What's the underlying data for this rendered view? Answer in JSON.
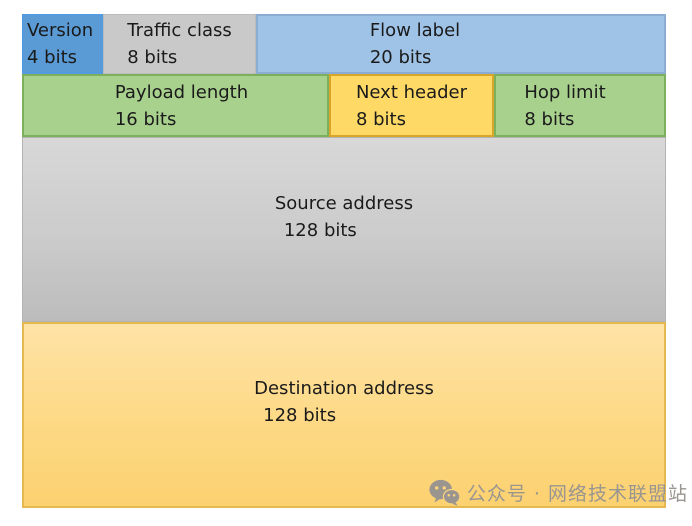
{
  "fields": {
    "version": {
      "label": "Version",
      "bits": "4 bits",
      "color": "#5b9bd5"
    },
    "traffic_class": {
      "label": "Traffic class",
      "bits": "8 bits",
      "color": "#c9c9c9"
    },
    "flow_label": {
      "label": "Flow label",
      "bits": "20 bits",
      "color": "#9fc3e7"
    },
    "payload_length": {
      "label": "Payload length",
      "bits": "16 bits",
      "color": "#a9d18e"
    },
    "next_header": {
      "label": "Next header",
      "bits": "8 bits",
      "color": "#ffd966"
    },
    "hop_limit": {
      "label": "Hop limit",
      "bits": "8 bits",
      "color": "#a9d18e"
    },
    "source_address": {
      "label": "Source address",
      "bits": "128 bits",
      "color": "#c9c9c9"
    },
    "destination_address": {
      "label": "Destination address",
      "bits": "128 bits",
      "color": "#fcd584"
    }
  },
  "watermark": {
    "icon": "wechat-icon",
    "text": "公众号 · 网络技术联盟站",
    "color": "#999590"
  }
}
